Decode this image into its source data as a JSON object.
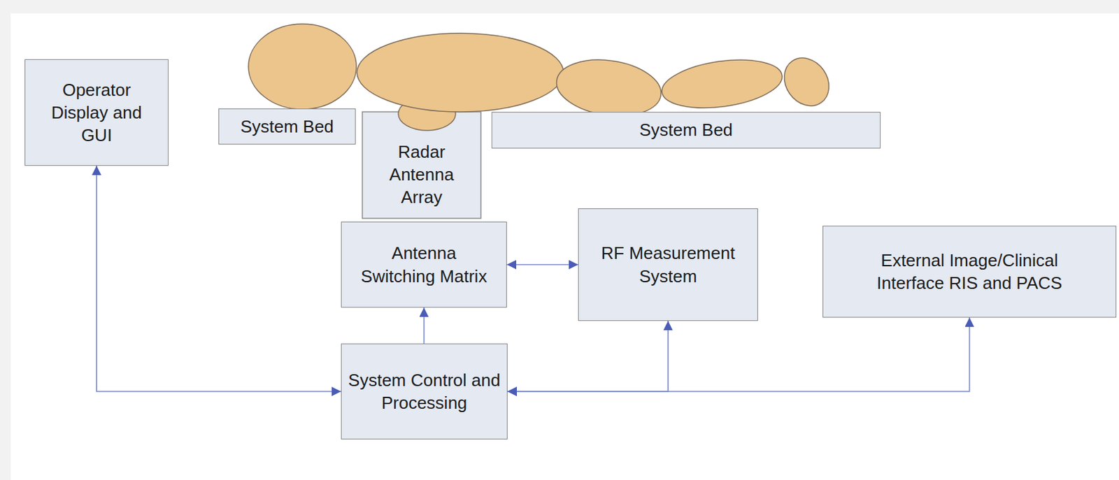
{
  "diagram": {
    "nodes": [
      {
        "text": [
          "Operator Display and GUI"
        ]
      },
      {
        "text": [
          "System Bed"
        ]
      },
      {
        "text": [
          "System Bed"
        ]
      },
      {
        "text": [
          "Radar Antenna Array"
        ]
      },
      {
        "text": [
          "Antenna Switching Matrix"
        ]
      },
      {
        "text": [
          "RF Measurement System"
        ]
      },
      {
        "text": [
          "External Image/Clinical Interface RIS and PACS"
        ]
      },
      {
        "text": [
          "System Control and Processing"
        ]
      }
    ],
    "edges": [
      {
        "from": 7,
        "to": 0,
        "arrow": "both"
      },
      {
        "from": 4,
        "to": 5,
        "arrow": "both"
      },
      {
        "from": 7,
        "to": 4,
        "arrow": "to"
      },
      {
        "from": 7,
        "to": 5,
        "arrow": "both"
      },
      {
        "from": 7,
        "to": 6,
        "arrow": "both"
      }
    ]
  }
}
